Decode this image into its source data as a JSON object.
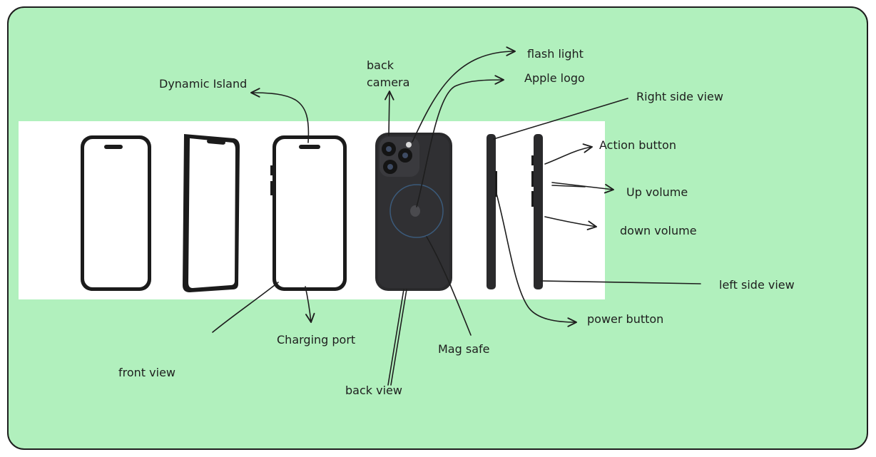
{
  "labels": {
    "flash_light": "flash light",
    "apple_logo": "Apple logo",
    "back_camera_1": "back",
    "back_camera_2": "camera",
    "dynamic_island": "Dynamic Island",
    "right_side_view": "Right side view",
    "action_button": "Action  button",
    "up_volume": "Up volume",
    "down_volume": "down volume",
    "left_side_view": "left side view",
    "power_button": "power button",
    "charging_port": "Charging port",
    "mag_safe": "Mag safe",
    "front_view": "front view",
    "back_view": "back view"
  },
  "colors": {
    "background": "#b1f0bd",
    "ink": "#1e1e1e",
    "photo_bg": "#ffffff",
    "phone_dark": "#2a2a2c",
    "magsafe_ring": "#3b5a7a"
  }
}
